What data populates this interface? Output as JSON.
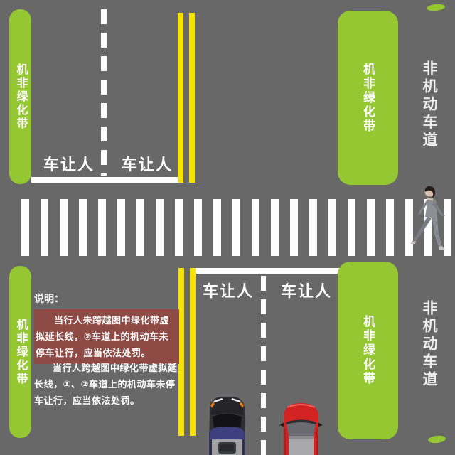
{
  "colors": {
    "road": "#686868",
    "green": "#95C733",
    "yellow": "#F6E400",
    "highlight": "#8E4A44",
    "mark": "#FDFDFD",
    "text_light": "#EDEDED"
  },
  "labels": {
    "green_belt": "机非绿化带",
    "non_motor_lane": "非机动车道",
    "yield_to_pedestrians": "车让人"
  },
  "note": {
    "title": "说明：",
    "highlighted": "当行人未跨越图中绿化带虚拟延长线，②车道上的机动车未停车让行，应当依法处罚。",
    "normal": "当行人跨越图中绿化带虚拟延长线，①、②车道上的机动车未停车让行，应当依法处罚。"
  },
  "objects": {
    "pedestrian": "pedestrian-walking-icon",
    "blue_car": "dark-blue-car-top-view-icon",
    "red_car": "red-car-top-view-icon",
    "crosswalk": "zebra-crossing",
    "center_divider": "double-yellow-line",
    "lane_divider": "white-dashed-line",
    "stop_line": "white-stop-line"
  }
}
